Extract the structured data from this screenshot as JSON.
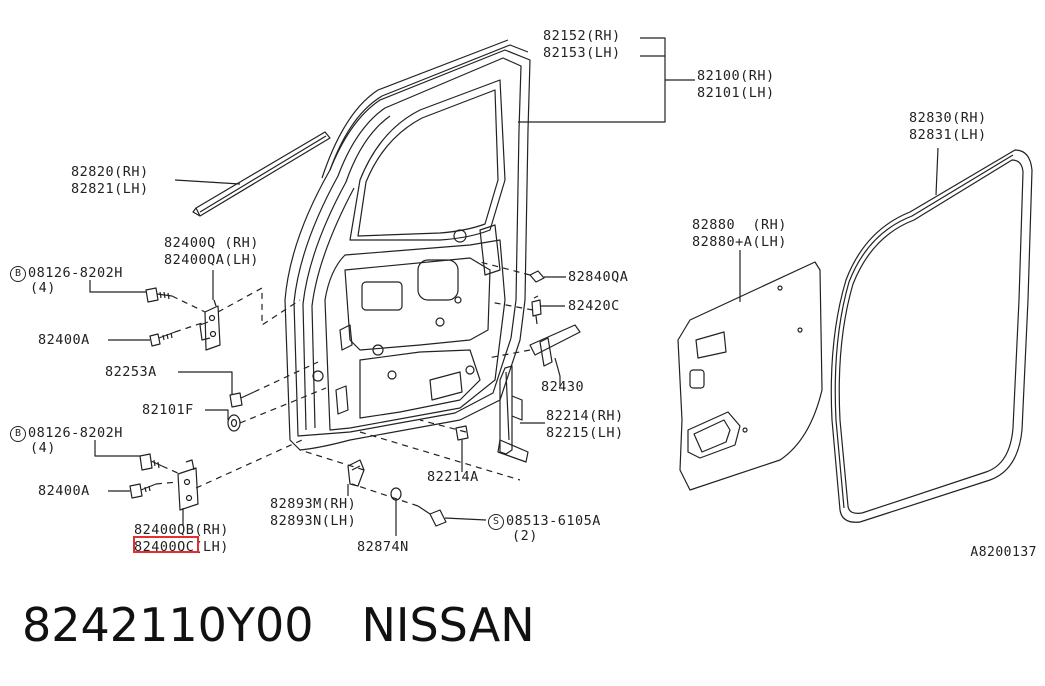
{
  "labels": {
    "weatherstrip_rh": "82152(RH)",
    "weatherstrip_lh": "82153(LH)",
    "door_rh": "82100(RH)",
    "door_lh": "82101(LH)",
    "molding_rh": "82820(RH)",
    "molding_lh": "82821(LH)",
    "hinge_upper_rh": "82400Q (RH)",
    "hinge_upper_lh": "82400QA(LH)",
    "bolt_b1_part": "08126-8202H",
    "bolt_b1_qty": "(4)",
    "bolt_b1_mark": "B",
    "bolt_a1": "82400A",
    "part_82253a": "82253A",
    "part_82101f": "82101F",
    "bolt_b2_part": "08126-8202H",
    "bolt_b2_qty": "(4)",
    "bolt_b2_mark": "B",
    "bolt_a2": "82400A",
    "hinge_lower_rh": "82400QB(RH)",
    "hinge_lower_lh": "82400QC(LH)",
    "part_82893_rh": "82893M(RH)",
    "part_82893_lh": "82893N(LH)",
    "part_82874n": "82874N",
    "screw_part": "08513-6105A",
    "screw_qty": "(2)",
    "screw_mark": "S",
    "part_82214a": "82214A",
    "regulator_rh": "82214(RH)",
    "regulator_lh": "82215(LH)",
    "part_82430": "82430",
    "part_82420c": "82420C",
    "part_82840qa": "82840QA",
    "sealing_screen_rh": "82880  (RH)",
    "sealing_screen_lh": "82880+A(LH)",
    "seal_rh": "82830(RH)",
    "seal_lh": "82831(LH)",
    "diagram_code": "A8200137"
  },
  "footer": {
    "part_number": "8242110Y00",
    "brand": "NISSAN"
  },
  "colors": {
    "highlight": "#e03030",
    "line": "#222222"
  }
}
